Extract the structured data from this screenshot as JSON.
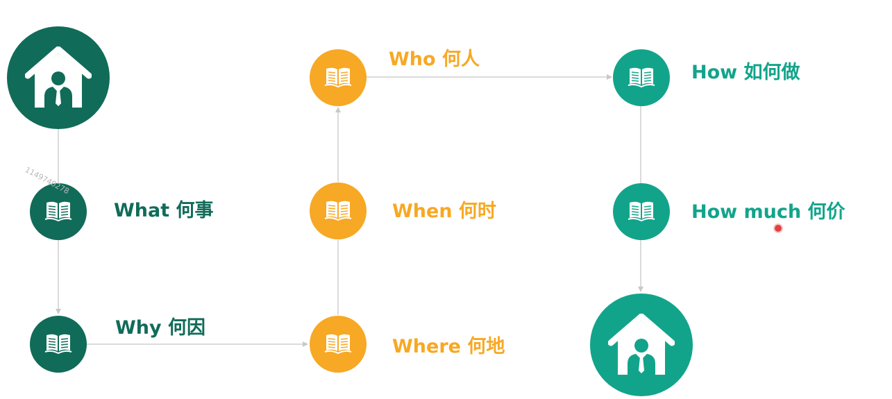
{
  "colors": {
    "dark_green": "#116b59",
    "orange": "#f7a824",
    "teal": "#12a48b",
    "arrow": "#c8c8c8"
  },
  "nodes": {
    "start": {
      "icon": "house-person-icon"
    },
    "what": {
      "label": "What 何事",
      "icon": "book-icon"
    },
    "why": {
      "label": "Why 何因",
      "icon": "book-icon"
    },
    "where": {
      "label": "Where 何地",
      "icon": "book-icon"
    },
    "when": {
      "label": "When 何时",
      "icon": "book-icon"
    },
    "who": {
      "label": "Who 何人",
      "icon": "book-icon"
    },
    "how": {
      "label": "How 如何做",
      "icon": "book-icon"
    },
    "how_much": {
      "label": "How much 何价",
      "icon": "book-icon"
    },
    "end": {
      "icon": "house-person-icon"
    }
  },
  "watermark": "1149740278"
}
